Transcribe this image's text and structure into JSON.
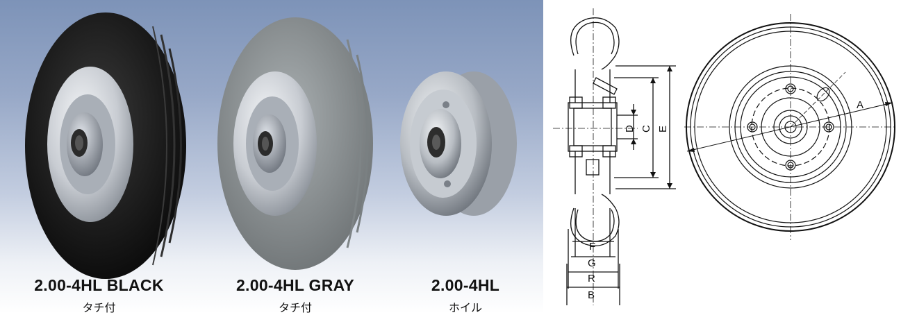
{
  "products": [
    {
      "model": "2.00-4HL BLACK",
      "sub": "タチ付",
      "tire_color": "#1c1c1c"
    },
    {
      "model": "2.00-4HL GRAY",
      "sub": "タチ付",
      "tire_color": "#8e9496"
    },
    {
      "model": "2.00-4HL",
      "sub": "ホイル"
    }
  ],
  "drawing": {
    "dimension_labels": {
      "A": "A",
      "B": "B",
      "C": "C",
      "D": "D",
      "E": "E",
      "F": "F",
      "G": "G",
      "R": "R"
    }
  }
}
